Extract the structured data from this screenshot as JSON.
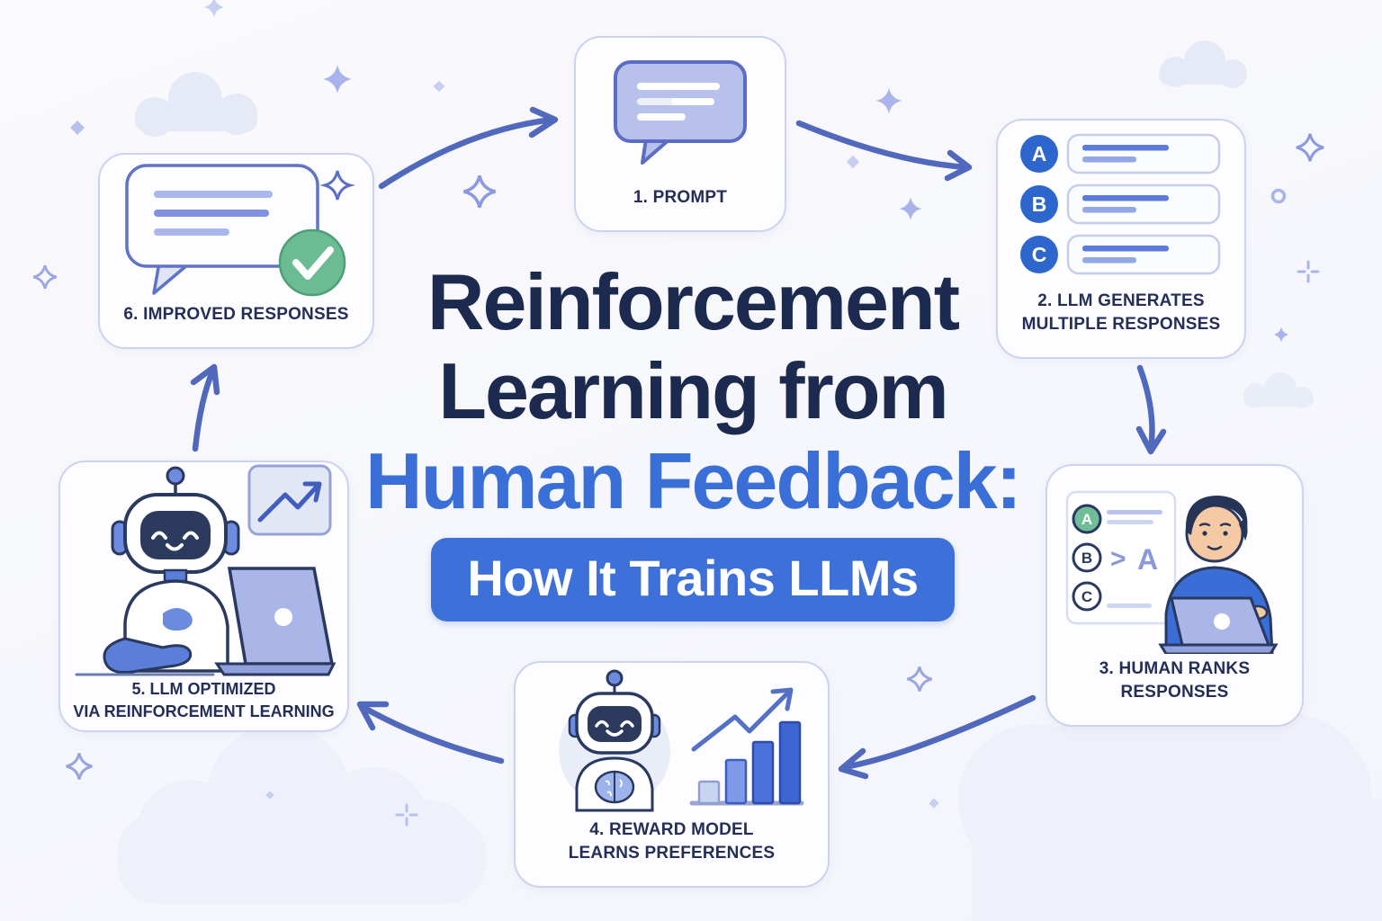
{
  "title": {
    "line1": "Reinforcement",
    "line2": "Learning from",
    "line3": "Human Feedback:",
    "badge": "How It Trains LLMs"
  },
  "steps": {
    "prompt": {
      "label": "1. PROMPT"
    },
    "generate": {
      "label": "2. LLM GENERATES\nMULTIPLE RESPONSES"
    },
    "rank": {
      "label": "3. HUMAN RANKS\nRESPONSES"
    },
    "reward": {
      "label": "4. REWARD MODEL\nLEARNS PREFERENCES"
    },
    "optimize": {
      "label": "5. LLM OPTIMIZED\nVIA REINFORCEMENT LEARNING"
    },
    "improved": {
      "label": "6. IMPROVED RESPONSES"
    }
  },
  "response_labels": [
    "A",
    "B",
    "C"
  ],
  "rank_card": {
    "labels": [
      "A",
      "B",
      "C"
    ],
    "comparison_symbol": ">",
    "comparison_letter": "A"
  },
  "icons": {
    "prompt": "chat-bubble-icon",
    "generate": "abc-response-list-icon",
    "rank": "human-ranking-illustration",
    "reward": "robot-and-bar-chart-icon",
    "optimize": "robot-at-laptop-illustration",
    "improved": "chat-bubble-with-check-icon"
  },
  "colors": {
    "navy_text": "#1b2a4e",
    "accent_blue": "#3a6fd8",
    "badge_background": "#3e70da",
    "arrow": "#5169bd",
    "green_check": "#6cbc93",
    "bubble_fill": "#b7c1ec",
    "circle_blue": "#2d66cd",
    "box_border": "#ccd3ee",
    "background": "#f7f8fc"
  }
}
